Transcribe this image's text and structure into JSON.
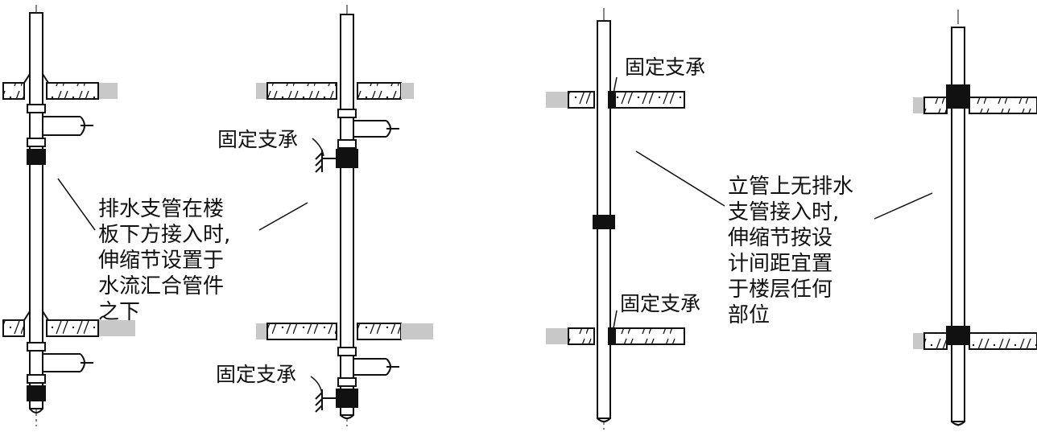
{
  "labels": {
    "support_left_upper": "固定支承",
    "support_left_lower": "固定支承",
    "support_right_upper": "固定支承",
    "support_right_lower": "固定支承",
    "note_left": [
      "排水支管在楼",
      "板下方接入时,",
      "伸缩节设置于",
      "水流汇合管件",
      "之下"
    ],
    "note_right": [
      "立管上无排水",
      "支管接入时,",
      "伸缩节按设",
      "计间距宜置",
      "于楼层任何",
      "部位"
    ]
  },
  "colors": {
    "line": "#111111",
    "slab_gray": "#c8c8c8",
    "slab_fill": "#ffffff",
    "fitting": "#111111"
  }
}
